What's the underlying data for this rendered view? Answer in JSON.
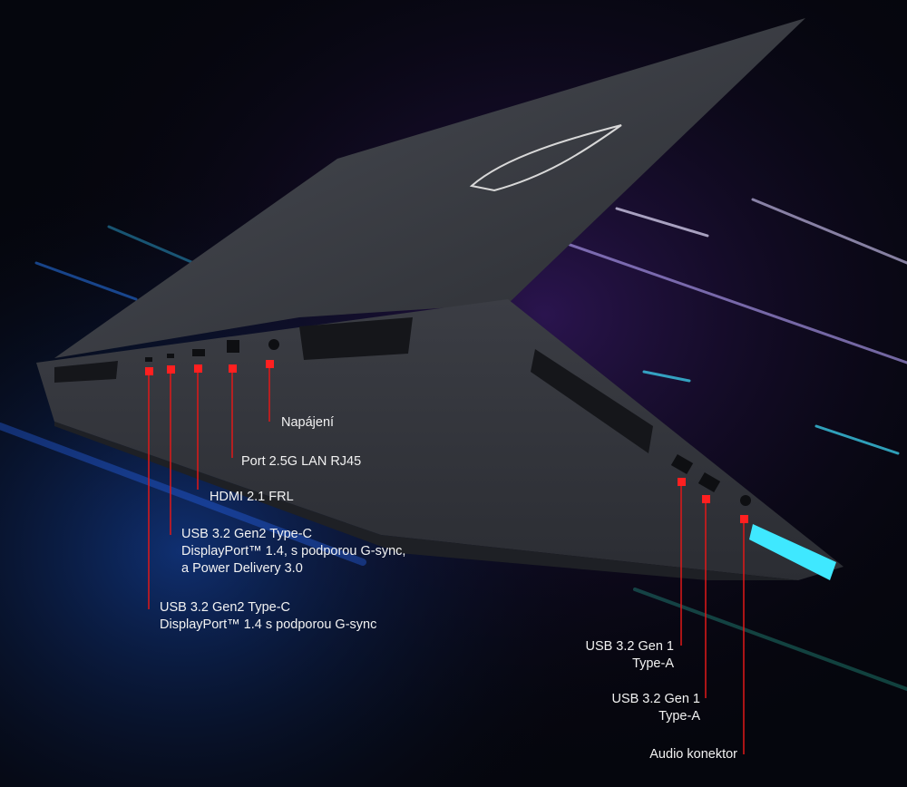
{
  "colors": {
    "accent": "#e01818",
    "marker": "#ff2020",
    "light_bar": "#3fe8ff",
    "background": "#05060d"
  },
  "callouts_left": [
    {
      "id": "power",
      "lines": [
        "Napájení"
      ]
    },
    {
      "id": "lan",
      "lines": [
        "Port 2.5G LAN RJ45"
      ]
    },
    {
      "id": "hdmi",
      "lines": [
        "HDMI 2.1 FRL"
      ]
    },
    {
      "id": "usbc-pd",
      "lines": [
        "USB 3.2 Gen2 Type-C",
        "DisplayPort™ 1.4, s podporou G-sync,",
        "a Power Delivery 3.0"
      ]
    },
    {
      "id": "usbc",
      "lines": [
        "USB 3.2 Gen2 Type-C",
        "DisplayPort™ 1.4 s podporou G-sync"
      ]
    }
  ],
  "callouts_right": [
    {
      "id": "usba-1",
      "lines": [
        "USB 3.2 Gen 1",
        "Type-A"
      ]
    },
    {
      "id": "usba-2",
      "lines": [
        "USB 3.2 Gen 1",
        "Type-A"
      ]
    },
    {
      "id": "audio",
      "lines": [
        "Audio konektor"
      ]
    }
  ]
}
